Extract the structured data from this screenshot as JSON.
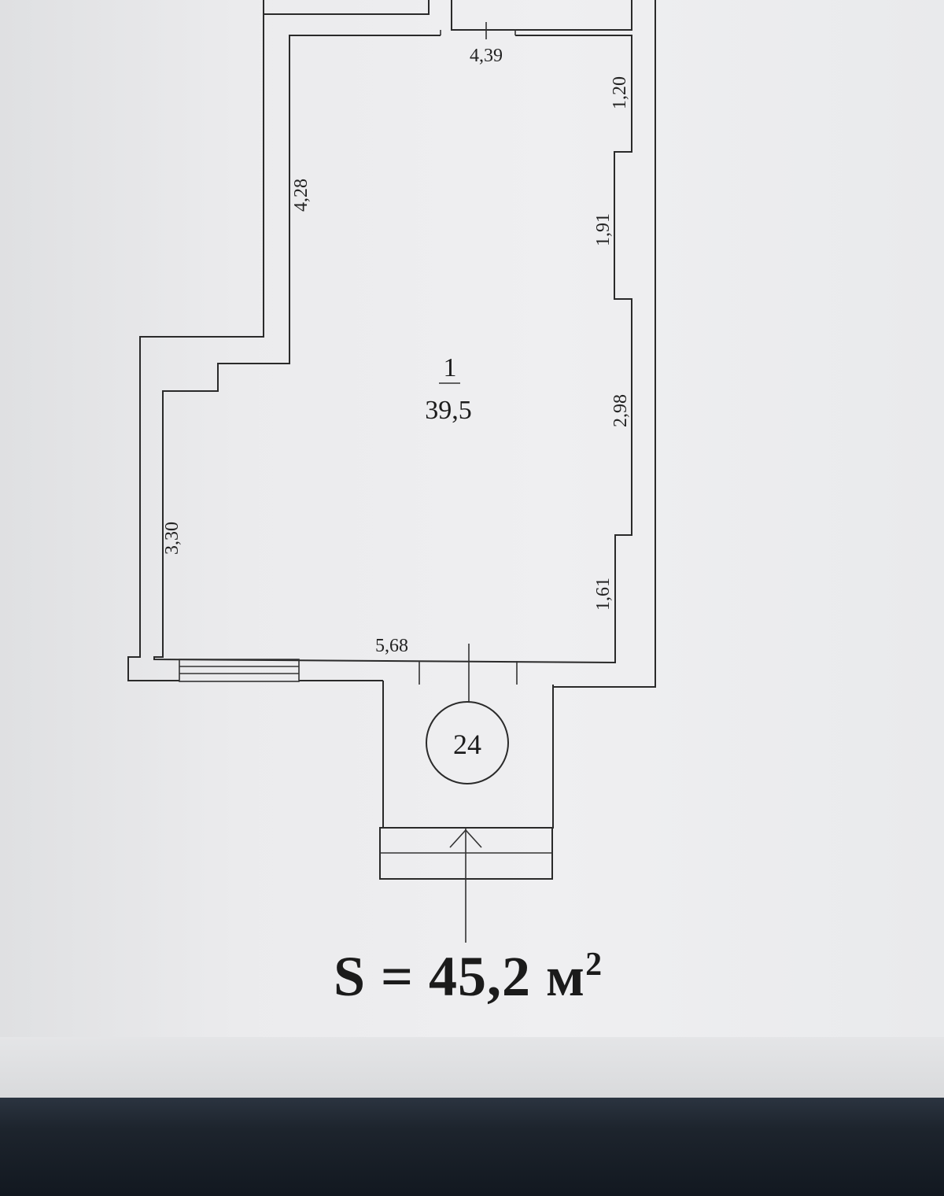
{
  "room": {
    "number": "1",
    "area": "39,5"
  },
  "dimensions": {
    "top_wall": "4,39",
    "right_upper": "1,20",
    "right_mid_upper": "1,91",
    "right_mid_lower": "2,98",
    "right_lower": "1,61",
    "left_upper": "4,28",
    "left_lower": "3,30",
    "bottom_wall": "5,68"
  },
  "entrance": {
    "label": "24"
  },
  "total": {
    "prefix": "S = 45,2 м",
    "superscript": "2"
  }
}
